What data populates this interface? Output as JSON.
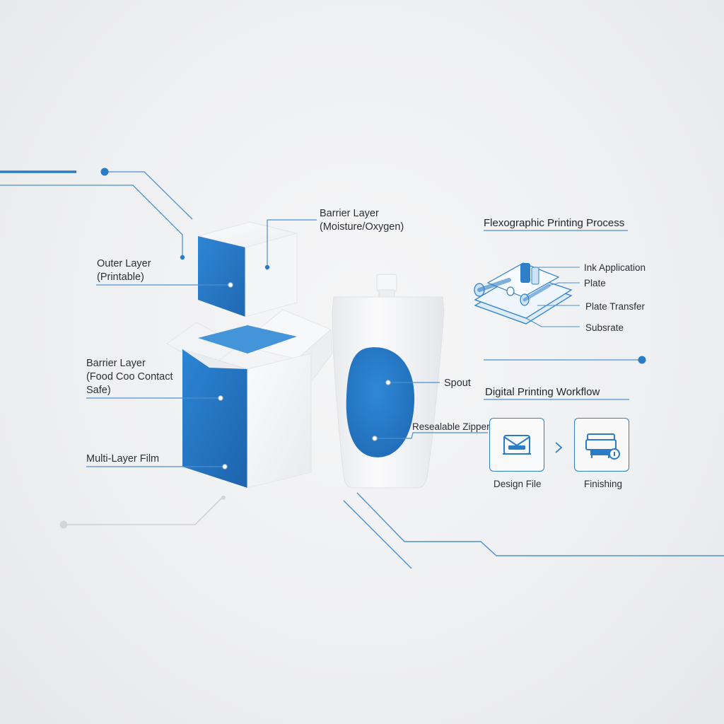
{
  "colors": {
    "accent": "#2a7cc7",
    "leader": "#4a8fd0",
    "grey_line": "#c8c9cc",
    "text": "#2b2f36"
  },
  "labels": {
    "barrier_top": "Barrier Layer\n(Moisture/Oxygen)",
    "outer_layer": "Outer Layer\n(Printable)",
    "barrier_food": "Barrier Layer\n(Food Coo Contact\nSafe)",
    "multilayer": "Multi-Layer Film",
    "spout": "Spout",
    "zipper": "Resealable Zipper"
  },
  "flexo": {
    "title": "Flexographic Printing Process",
    "ink": "Ink Application",
    "plate": "Plate",
    "plate_transfer": "Plate Transfer",
    "substrate": "Subsrate"
  },
  "digital": {
    "title": "Digital Printing Workflow",
    "step1": "Design File",
    "step2": "Finishing",
    "step1_icon": "envelope-tray-icon",
    "step2_icon": "printer-info-icon",
    "arrow_icon": "chevron-right-icon"
  }
}
